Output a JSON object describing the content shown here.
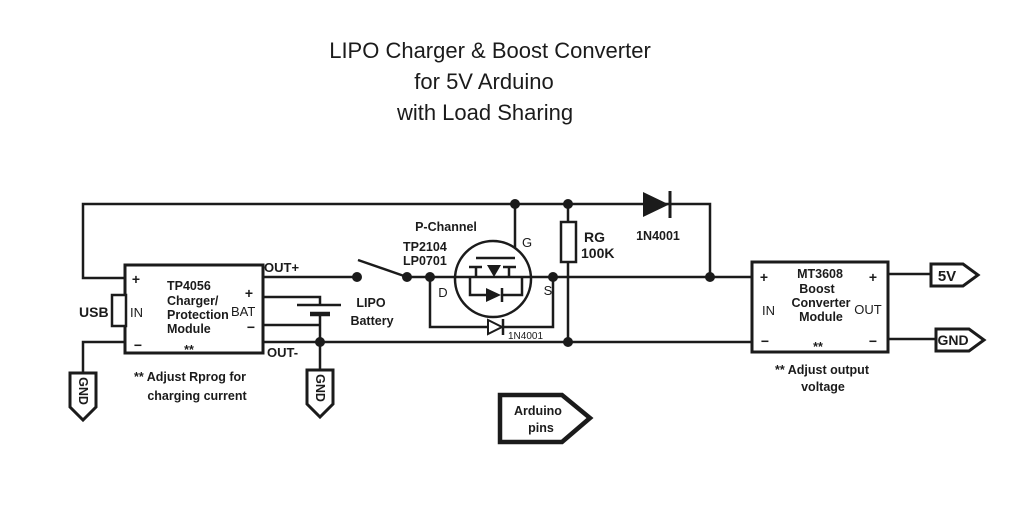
{
  "colors": {
    "ink": "#1b1b1b",
    "background": "#ffffff"
  },
  "title": {
    "line1": "LIPO Charger & Boost Converter",
    "line2": "for 5V Arduino",
    "line3": "with Load Sharing"
  },
  "charger": {
    "name": "TP4056",
    "desc1": "Charger/",
    "desc2": "Protection",
    "desc3": "Module",
    "usb": "USB",
    "in": "IN",
    "bat": "BAT",
    "in_plus": "+",
    "in_minus": "−",
    "bat_plus": "+",
    "bat_minus": "−",
    "stars": "**",
    "out_plus": "OUT+",
    "out_minus": "OUT-",
    "note1": "** Adjust Rprog for",
    "note2": "charging current"
  },
  "battery": {
    "name1": "LIPO",
    "name2": "Battery"
  },
  "mosfet": {
    "channel": "P-Channel",
    "part1": "TP2104",
    "part2": "LP0701",
    "gate": "G",
    "drain": "D",
    "source": "S",
    "bypass_diode": "1N4001"
  },
  "resistor": {
    "name": "RG",
    "value": "100K"
  },
  "blocking_diode": {
    "part": "1N4001"
  },
  "boost": {
    "name": "MT3608",
    "desc1": "Boost",
    "desc2": "Converter",
    "desc3": "Module",
    "in": "IN",
    "out": "OUT",
    "in_plus": "+",
    "in_minus": "−",
    "out_plus": "+",
    "out_minus": "−",
    "stars": "**",
    "note1": "** Adjust output",
    "note2": "voltage"
  },
  "outputs": {
    "v5": "5V",
    "gnd": "GND"
  },
  "grounds": {
    "left": "GND",
    "battery": "GND"
  },
  "arduino": {
    "line1": "Arduino",
    "line2": "pins"
  }
}
